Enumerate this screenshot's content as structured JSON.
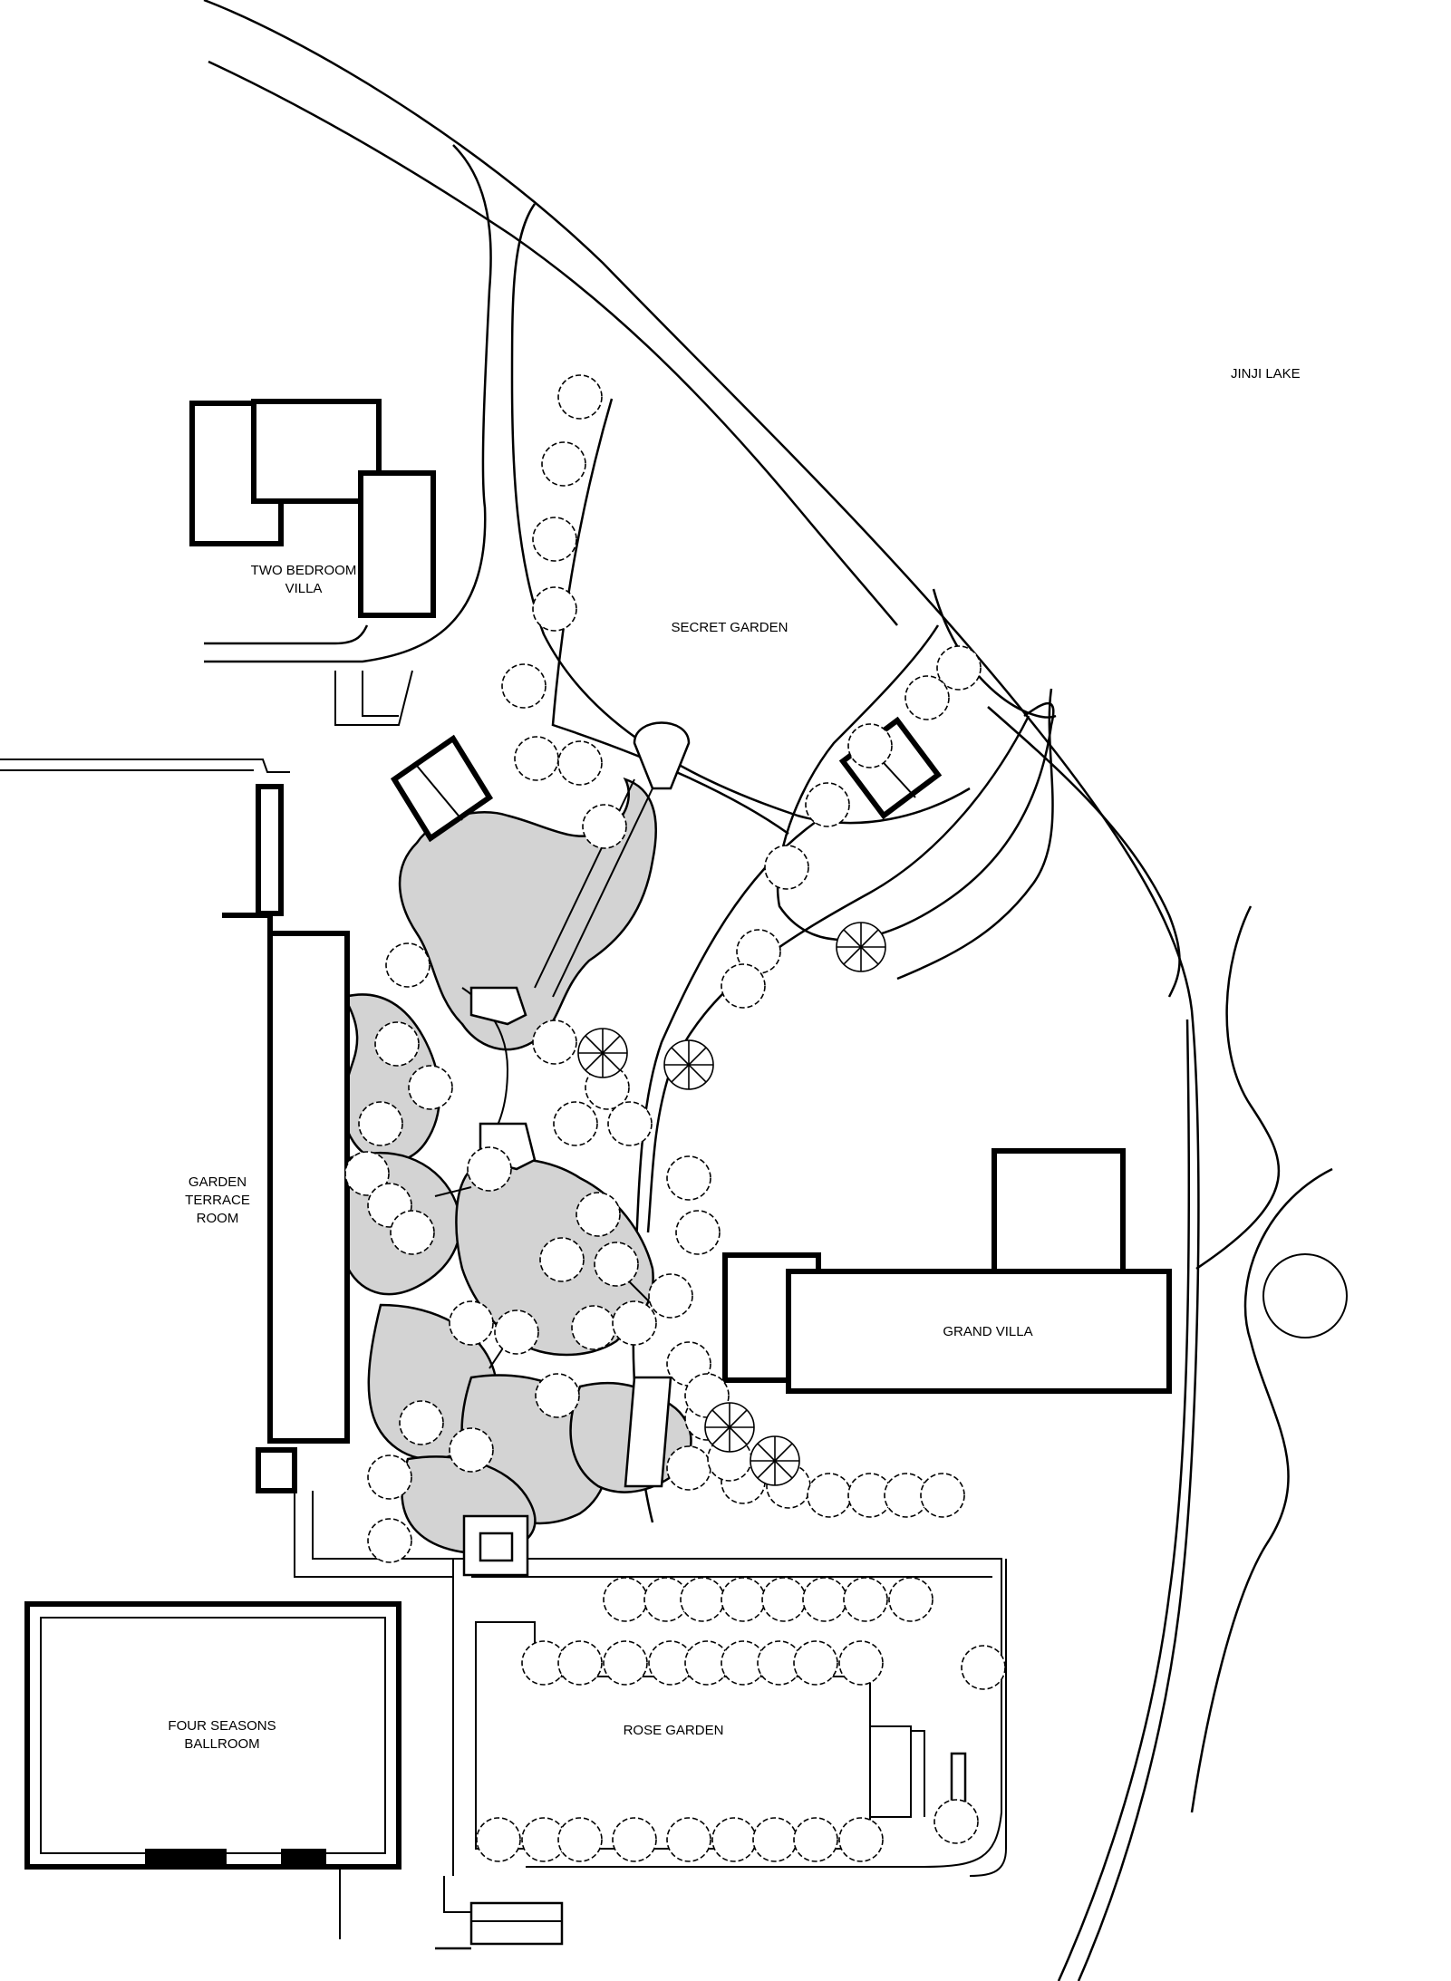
{
  "map": {
    "labels": {
      "lake": "JINJI LAKE",
      "two_bedroom_villa_line1": "TWO BEDROOM",
      "two_bedroom_villa_line2": "VILLA",
      "secret_garden": "SECRET  GARDEN",
      "garden_terrace_line1": "GARDEN",
      "garden_terrace_line2": "TERRACE",
      "garden_terrace_line3": "ROOM",
      "grand_villa": "GRAND VILLA",
      "rose_garden": "ROSE GARDEN",
      "ballroom_line1": "FOUR SEASONS",
      "ballroom_line2": "BALLROOM"
    },
    "colors": {
      "line": "#000000",
      "water": "#d3d3d3",
      "background": "#ffffff"
    }
  }
}
